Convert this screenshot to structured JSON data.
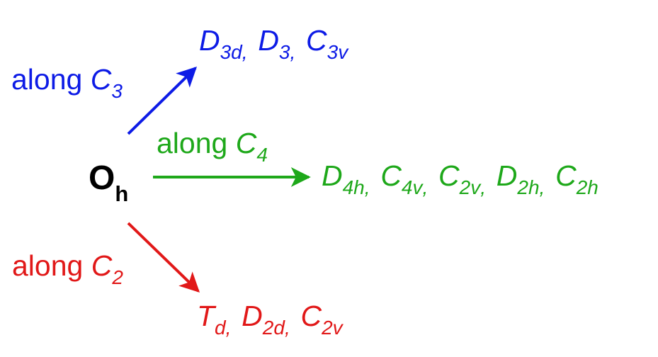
{
  "colors": {
    "c3": "#0d1be6",
    "c4": "#1ea81a",
    "c2": "#e11818",
    "parent": "#000000"
  },
  "parent_group": {
    "main": "O",
    "sub": "h"
  },
  "branches": [
    {
      "id": "c3",
      "label_word": "along",
      "axis": {
        "main": "C",
        "sub": "3"
      },
      "groups": [
        {
          "main": "D",
          "sub": "3d"
        },
        {
          "main": "D",
          "sub": "3"
        },
        {
          "main": "C",
          "sub": "3v"
        }
      ]
    },
    {
      "id": "c4",
      "label_word": "along",
      "axis": {
        "main": "C",
        "sub": "4"
      },
      "groups": [
        {
          "main": "D",
          "sub": "4h"
        },
        {
          "main": "C",
          "sub": "4v"
        },
        {
          "main": "C",
          "sub": "2v"
        },
        {
          "main": "D",
          "sub": "2h"
        },
        {
          "main": "C",
          "sub": "2h"
        }
      ]
    },
    {
      "id": "c2",
      "label_word": "along",
      "axis": {
        "main": "C",
        "sub": "2"
      },
      "groups": [
        {
          "main": "T",
          "sub": "d"
        },
        {
          "main": "D",
          "sub": "2d"
        },
        {
          "main": "C",
          "sub": "2v"
        }
      ]
    }
  ],
  "separator": ","
}
